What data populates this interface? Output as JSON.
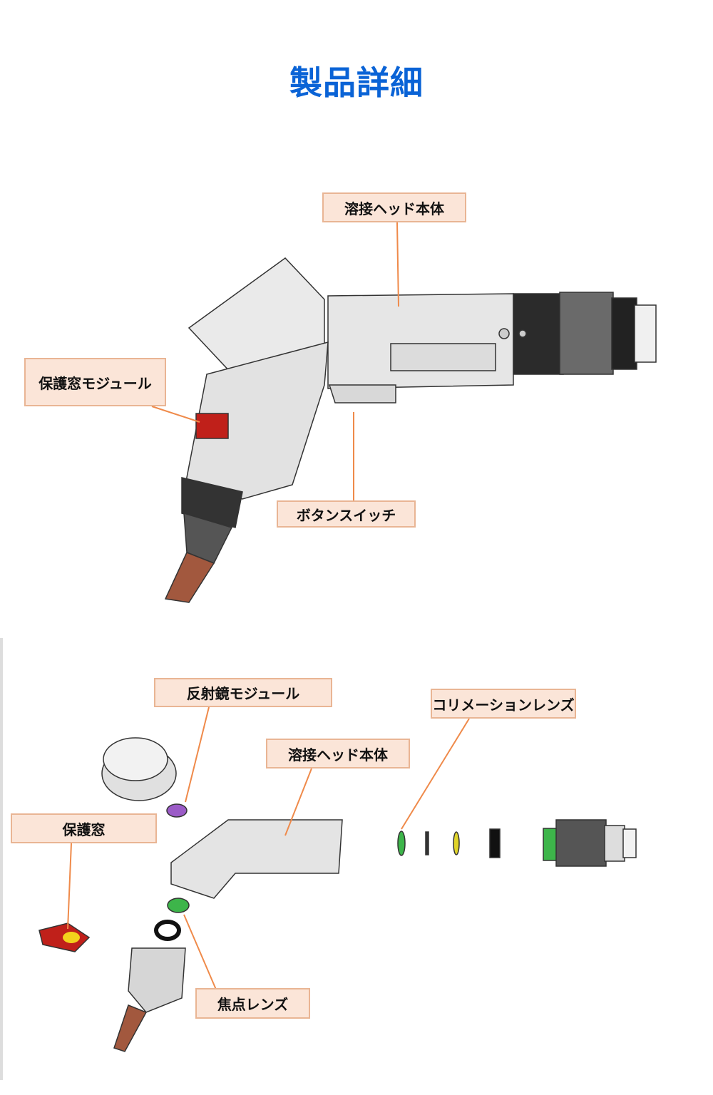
{
  "title": "製品詳細",
  "top_diagram": {
    "labels": {
      "body": "溶接ヘッド本体",
      "window_module": "保護窓モジュール",
      "button_switch": "ボタンスイッチ"
    }
  },
  "exploded_diagram": {
    "labels": {
      "mirror_module": "反射鏡モジュール",
      "collimation_lens": "コリメーションレンズ",
      "body": "溶接ヘッド本体",
      "protective_window": "保護窓",
      "focus_lens": "焦点レンズ"
    }
  },
  "colors": {
    "title": "#0a63d6",
    "label_fill": "#fbe5d8",
    "label_border": "#e9b594",
    "leader": "#ef8a4a"
  }
}
